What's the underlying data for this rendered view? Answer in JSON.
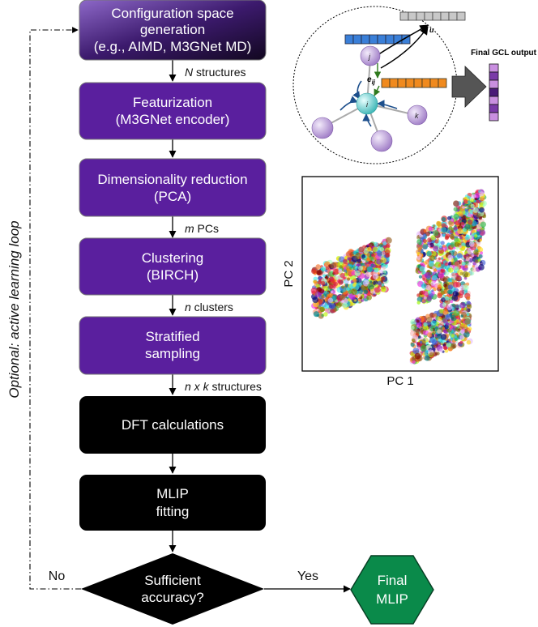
{
  "flow": {
    "steps": [
      {
        "lines": [
          "Configuration space",
          "generation",
          "(e.g., AIMD, M3GNet MD)"
        ]
      },
      {
        "lines": [
          "Featurization",
          "(M3GNet encoder)"
        ]
      },
      {
        "lines": [
          "Dimensionality reduction",
          "(PCA)"
        ]
      },
      {
        "lines": [
          "Clustering",
          "(BIRCH)"
        ]
      },
      {
        "lines": [
          "Stratified",
          "sampling"
        ]
      },
      {
        "lines": [
          "DFT calculations"
        ]
      },
      {
        "lines": [
          "MLIP",
          "fitting"
        ]
      }
    ],
    "connectors": [
      {
        "var": "N",
        "rest": " structures"
      },
      {
        "var": "m",
        "rest": " PCs"
      },
      {
        "var": "n",
        "rest": " clusters"
      },
      {
        "var": "n x k",
        "rest": " structures"
      }
    ],
    "decision": {
      "lines": [
        "Sufficient",
        "accuracy?"
      ]
    },
    "final": {
      "lines": [
        "Final",
        "MLIP"
      ]
    },
    "yes_label": "Yes",
    "no_label": "No",
    "loop_label": "Optional: active learning loop"
  },
  "gcl": {
    "node_i": "i",
    "node_j": "j",
    "node_k": "k",
    "edge": "e",
    "edge_sub": "ij",
    "state": "u",
    "output_label": "Final GCL output"
  },
  "scatter": {
    "xlabel": "PC 1",
    "ylabel": "PC 2"
  },
  "colors": {
    "step_purple": "#5a1f9e",
    "step_black": "#000000",
    "final_green": "#0a8a4a",
    "node_purple": "#b99ad8",
    "node_teal": "#5fc8c8"
  }
}
